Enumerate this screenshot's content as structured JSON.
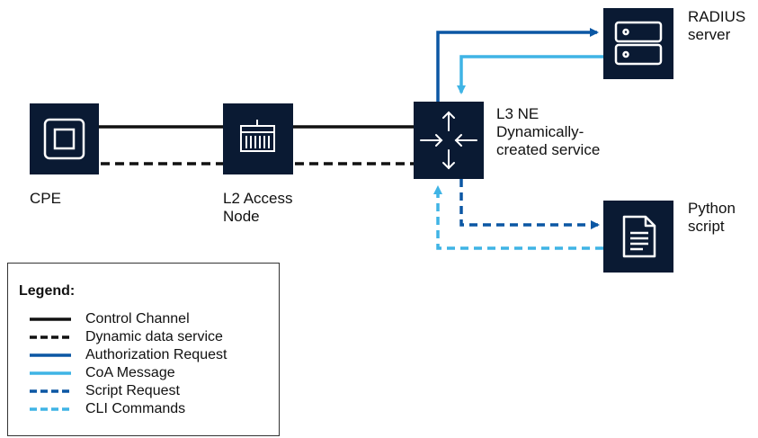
{
  "nodes": {
    "cpe": "CPE",
    "l2_line1": "L2 Access",
    "l2_line2": "Node",
    "l3_line1": "L3 NE",
    "l3_line2": "Dynamically-",
    "l3_line3": "created service",
    "radius_line1": "RADIUS",
    "radius_line2": "server",
    "python_line1": "Python",
    "python_line2": "script"
  },
  "legend": {
    "title": "Legend:",
    "items": [
      {
        "label": "Control Channel",
        "color": "#111111",
        "style": "solid"
      },
      {
        "label": "Dynamic data service",
        "color": "#111111",
        "style": "dashed"
      },
      {
        "label": "Authorization Request",
        "color": "#0b57a4",
        "style": "solid"
      },
      {
        "label": "CoA Message",
        "color": "#3fb4e5",
        "style": "solid"
      },
      {
        "label": "Script Request",
        "color": "#0b57a4",
        "style": "dashed"
      },
      {
        "label": "CLI Commands",
        "color": "#3fb4e5",
        "style": "dashed"
      }
    ]
  },
  "colors": {
    "node_fill": "#0a1a33",
    "dark_blue": "#0b57a4",
    "light_blue": "#3fb4e5",
    "black": "#111111"
  },
  "icons": {
    "cpe": "cpe-square-icon",
    "l2": "access-node-icon",
    "l3": "router-arrows-icon",
    "radius": "server-icon",
    "python": "document-icon"
  }
}
